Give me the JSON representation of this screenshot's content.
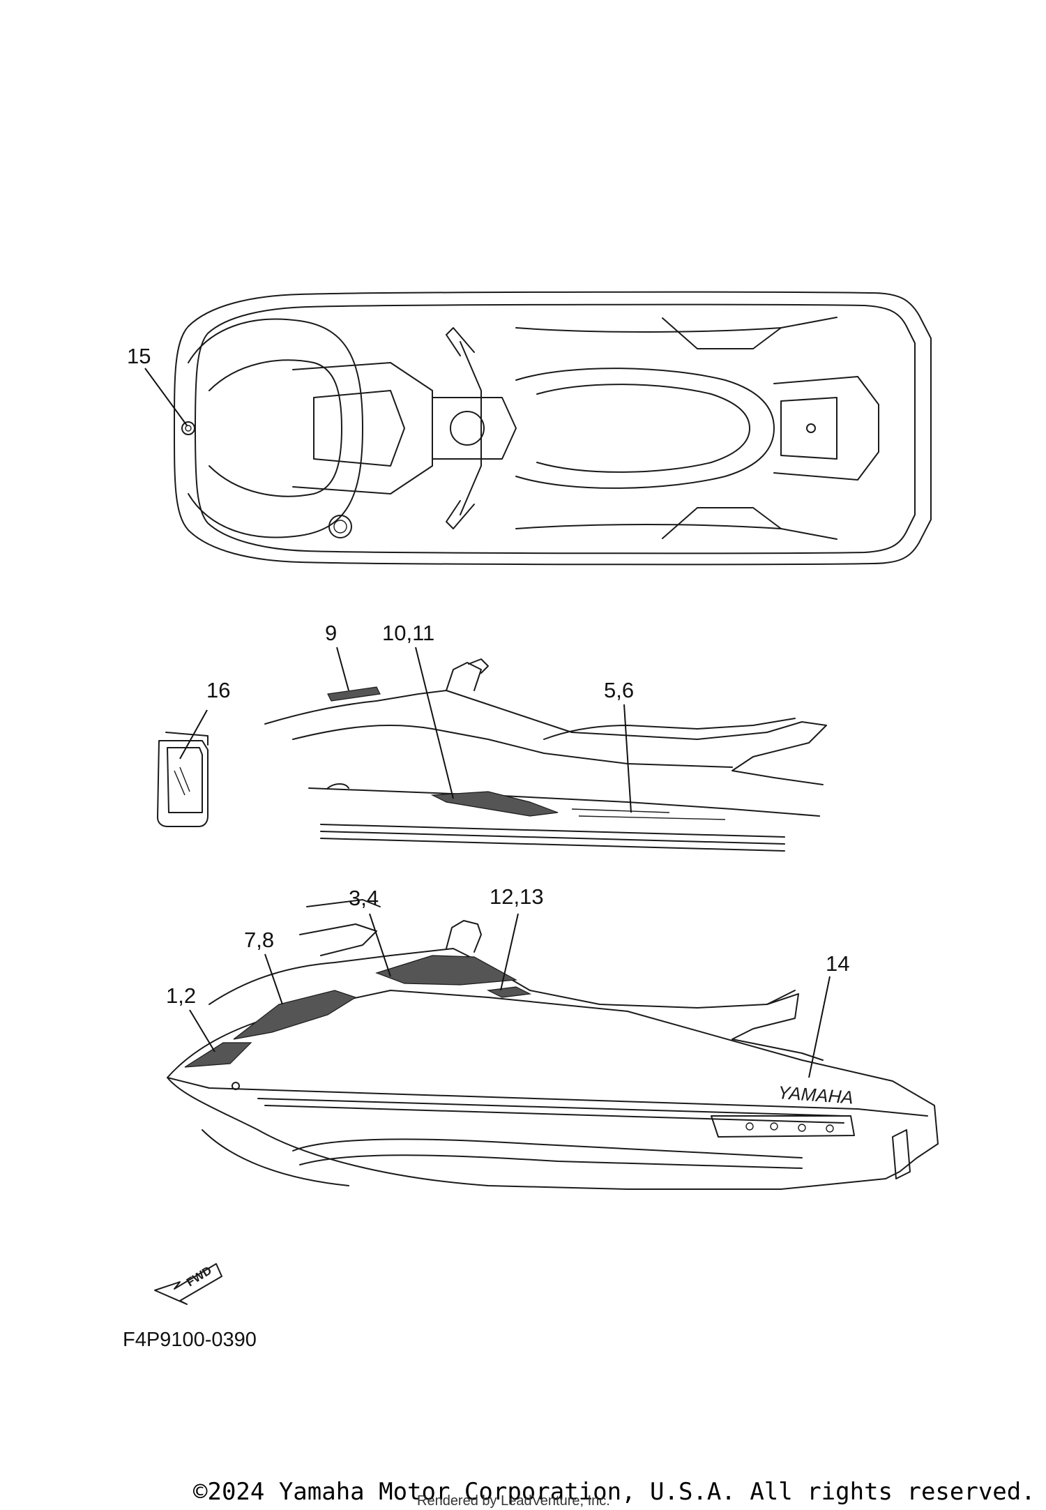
{
  "diagram": {
    "part_code": "F4P9100-0390",
    "fwd_label": "FWD",
    "brand_on_hull": "YAMAHA",
    "callouts": {
      "c15": "15",
      "c9": "9",
      "c10_11": "10,11",
      "c16": "16",
      "c5_6": "5,6",
      "c3_4": "3,4",
      "c12_13": "12,13",
      "c7_8": "7,8",
      "c1_2": "1,2",
      "c14": "14"
    }
  },
  "footer": {
    "copyright": "©2024 Yamaha Motor Corporation, U.S.A. All rights reserved.",
    "rendered_by": "Rendered by LeadVenture, Inc."
  }
}
